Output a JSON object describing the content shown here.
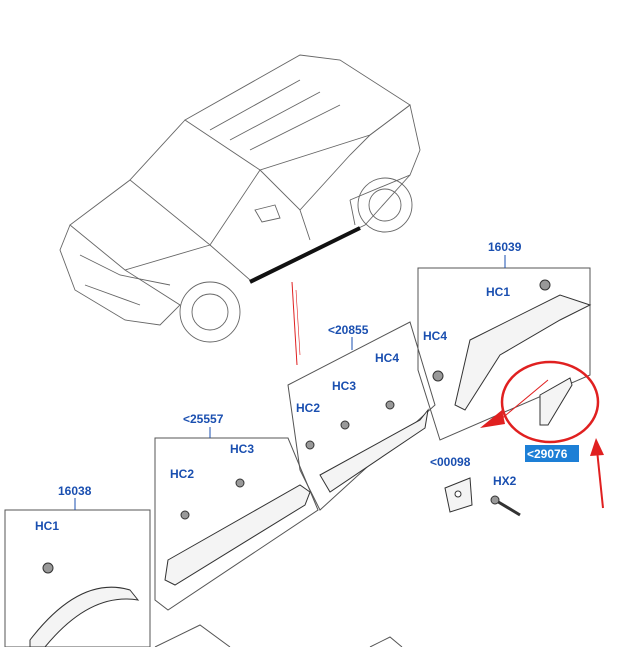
{
  "labels": {
    "p16039": "16039",
    "p20855": "<20855",
    "p25557": "<25557",
    "p16038": "16038",
    "p00098": "<00098",
    "p29076": "<29076",
    "hc1_a": "HC1",
    "hc1_b": "HC1",
    "hc4_a": "HC4",
    "hc4_b": "HC4",
    "hc3_a": "HC3",
    "hc3_b": "HC3",
    "hc2_a": "HC2",
    "hc2_b": "HC2",
    "hx2": "HX2"
  },
  "colors": {
    "label": "#1a4fb0",
    "annotation": "#e02020",
    "highlight": "#1d7fd6"
  }
}
